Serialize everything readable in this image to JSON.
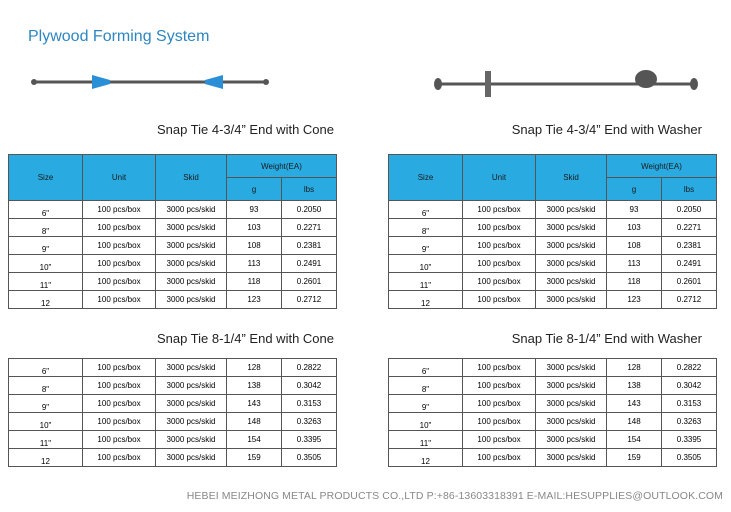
{
  "title": "Plywood Forming System",
  "header": {
    "size": "Size",
    "unit": "Unit",
    "skid": "Skid",
    "weight": "Weight(EA)",
    "g": "g",
    "lbs": "lbs"
  },
  "captions": {
    "cone_short": "Snap Tie 4-3/4” End with Cone",
    "washer_short": "Snap Tie 4-3/4” End with Washer",
    "cone_long": "Snap Tie 8-1/4” End with Cone",
    "washer_long": "Snap Tie 8-1/4” End with Washer"
  },
  "tables": {
    "short": [
      {
        "size": "6\"",
        "unit": "100 pcs/box",
        "skid": "3000 pcs/skid",
        "g": "93",
        "lbs": "0.2050"
      },
      {
        "size": "8\"",
        "unit": "100 pcs/box",
        "skid": "3000 pcs/skid",
        "g": "103",
        "lbs": "0.2271"
      },
      {
        "size": "9\"",
        "unit": "100 pcs/box",
        "skid": "3000 pcs/skid",
        "g": "108",
        "lbs": "0.2381"
      },
      {
        "size": "10\"",
        "unit": "100 pcs/box",
        "skid": "3000 pcs/skid",
        "g": "113",
        "lbs": "0.2491"
      },
      {
        "size": "11\"",
        "unit": "100 pcs/box",
        "skid": "3000 pcs/skid",
        "g": "118",
        "lbs": "0.2601"
      },
      {
        "size": "12",
        "unit": "100 pcs/box",
        "skid": "3000 pcs/skid",
        "g": "123",
        "lbs": "0.2712"
      }
    ],
    "long": [
      {
        "size": "6\"",
        "unit": "100 pcs/box",
        "skid": "3000 pcs/skid",
        "g": "128",
        "lbs": "0.2822"
      },
      {
        "size": "8\"",
        "unit": "100 pcs/box",
        "skid": "3000 pcs/skid",
        "g": "138",
        "lbs": "0.3042"
      },
      {
        "size": "9\"",
        "unit": "100 pcs/box",
        "skid": "3000 pcs/skid",
        "g": "143",
        "lbs": "0.3153"
      },
      {
        "size": "10\"",
        "unit": "100 pcs/box",
        "skid": "3000 pcs/skid",
        "g": "148",
        "lbs": "0.3263"
      },
      {
        "size": "11\"",
        "unit": "100 pcs/box",
        "skid": "3000 pcs/skid",
        "g": "154",
        "lbs": "0.3395"
      },
      {
        "size": "12",
        "unit": "100 pcs/box",
        "skid": "3000 pcs/skid",
        "g": "159",
        "lbs": "0.3505"
      }
    ]
  },
  "footer": "HEBEI MEIZHONG METAL PRODUCTS CO.,LTD P:+86-13603318391 E-MAIL:HESUPPLIES@OUTLOOK.COM",
  "colors": {
    "title": "#2e86c1",
    "header_bg": "#29abe2",
    "cone": "#2a8fd6"
  }
}
